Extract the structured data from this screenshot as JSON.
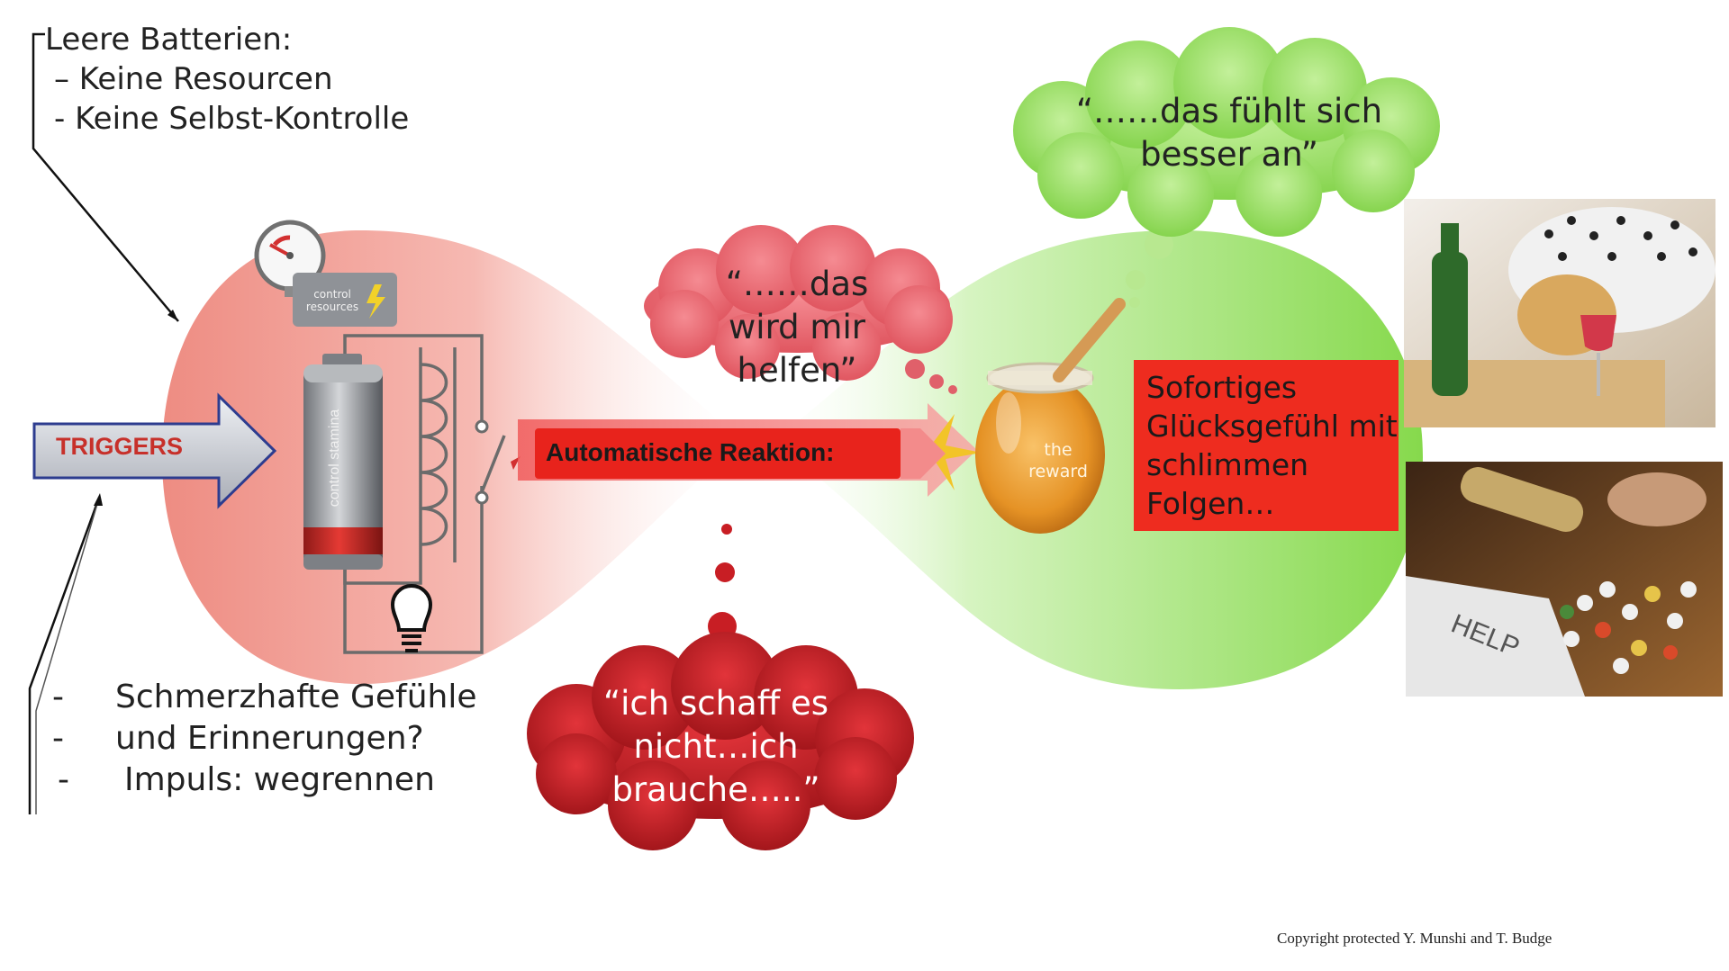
{
  "top_list": {
    "heading": "Leere Batterien:",
    "items": [
      "– Keine Resourcen",
      "-  Keine Selbst-Kontrolle"
    ]
  },
  "bottom_list": {
    "items": [
      {
        "dash": "-",
        "text": "Schmerzhafte Gefühle"
      },
      {
        "dash": "-",
        "text": "und Erinnerungen?"
      },
      {
        "dash": "-",
        "text": "Impuls: wegrennen"
      }
    ]
  },
  "triggers_label": "TRIGGERS",
  "battery": {
    "gauge_label": "control resources",
    "cell_label": "control stamina"
  },
  "reaction_label": "Automatische Reaktion:",
  "reward_label": "the reward",
  "clouds": {
    "pink_top": "“……das wird mir helfen”",
    "green_top": "“……das fühlt sich besser an”",
    "red_bottom": "“ich schaff es nicht…ich brauche…..”"
  },
  "red_box_text": "Sofortiges Glücksgefühl mit schlimmen Folgen…",
  "photo_help_text": "HELP",
  "copyright": "Copyright protected Y. Munshi and T. Budge",
  "colors": {
    "left_blob": "#f08a80",
    "right_blob": "#8fdc5a",
    "red_box": "#ee2c1f",
    "green_cloud": "#9be066",
    "pink_cloud": "#ee6a72",
    "red_cloud": "#c81e24",
    "trigger_text": "#c7302a"
  },
  "icons": [
    "gauge-icon",
    "lightning-icon",
    "battery-icon",
    "coil-icon",
    "switch-icon",
    "lightbulb-icon",
    "honey-jar-icon",
    "arrow-icon"
  ]
}
